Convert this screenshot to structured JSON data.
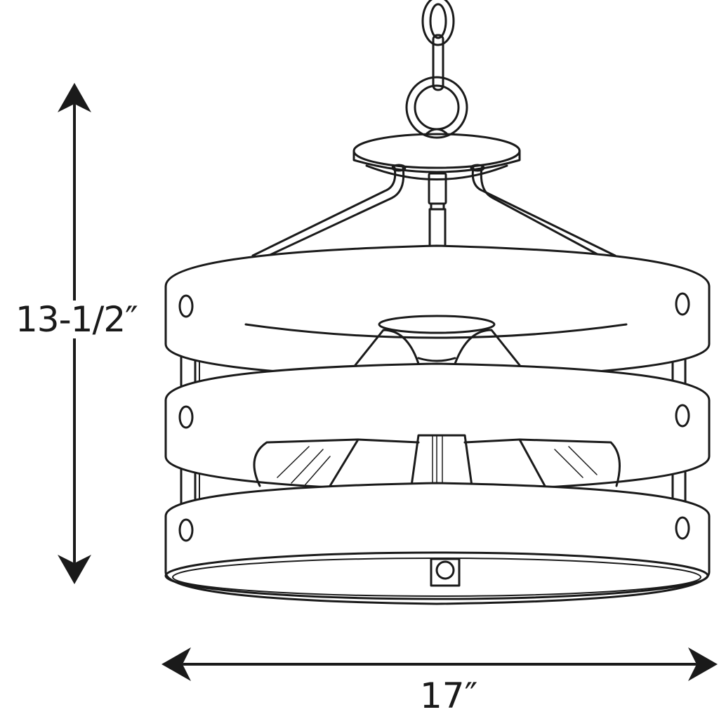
{
  "diagram": {
    "subject": "Semi-flush mount light fixture with three horizontal bands",
    "stroke_color": "#1a1a1a",
    "background": "#ffffff",
    "dimensions": {
      "height": {
        "label": "13-1/2″",
        "orientation": "vertical"
      },
      "width": {
        "label": "17″",
        "orientation": "horizontal"
      }
    },
    "components": [
      "chain",
      "ring",
      "canopy",
      "support-arms",
      "center-stem",
      "top-band",
      "middle-band",
      "bottom-band",
      "bulbs",
      "socket-cluster",
      "bottom-diffuser"
    ]
  }
}
